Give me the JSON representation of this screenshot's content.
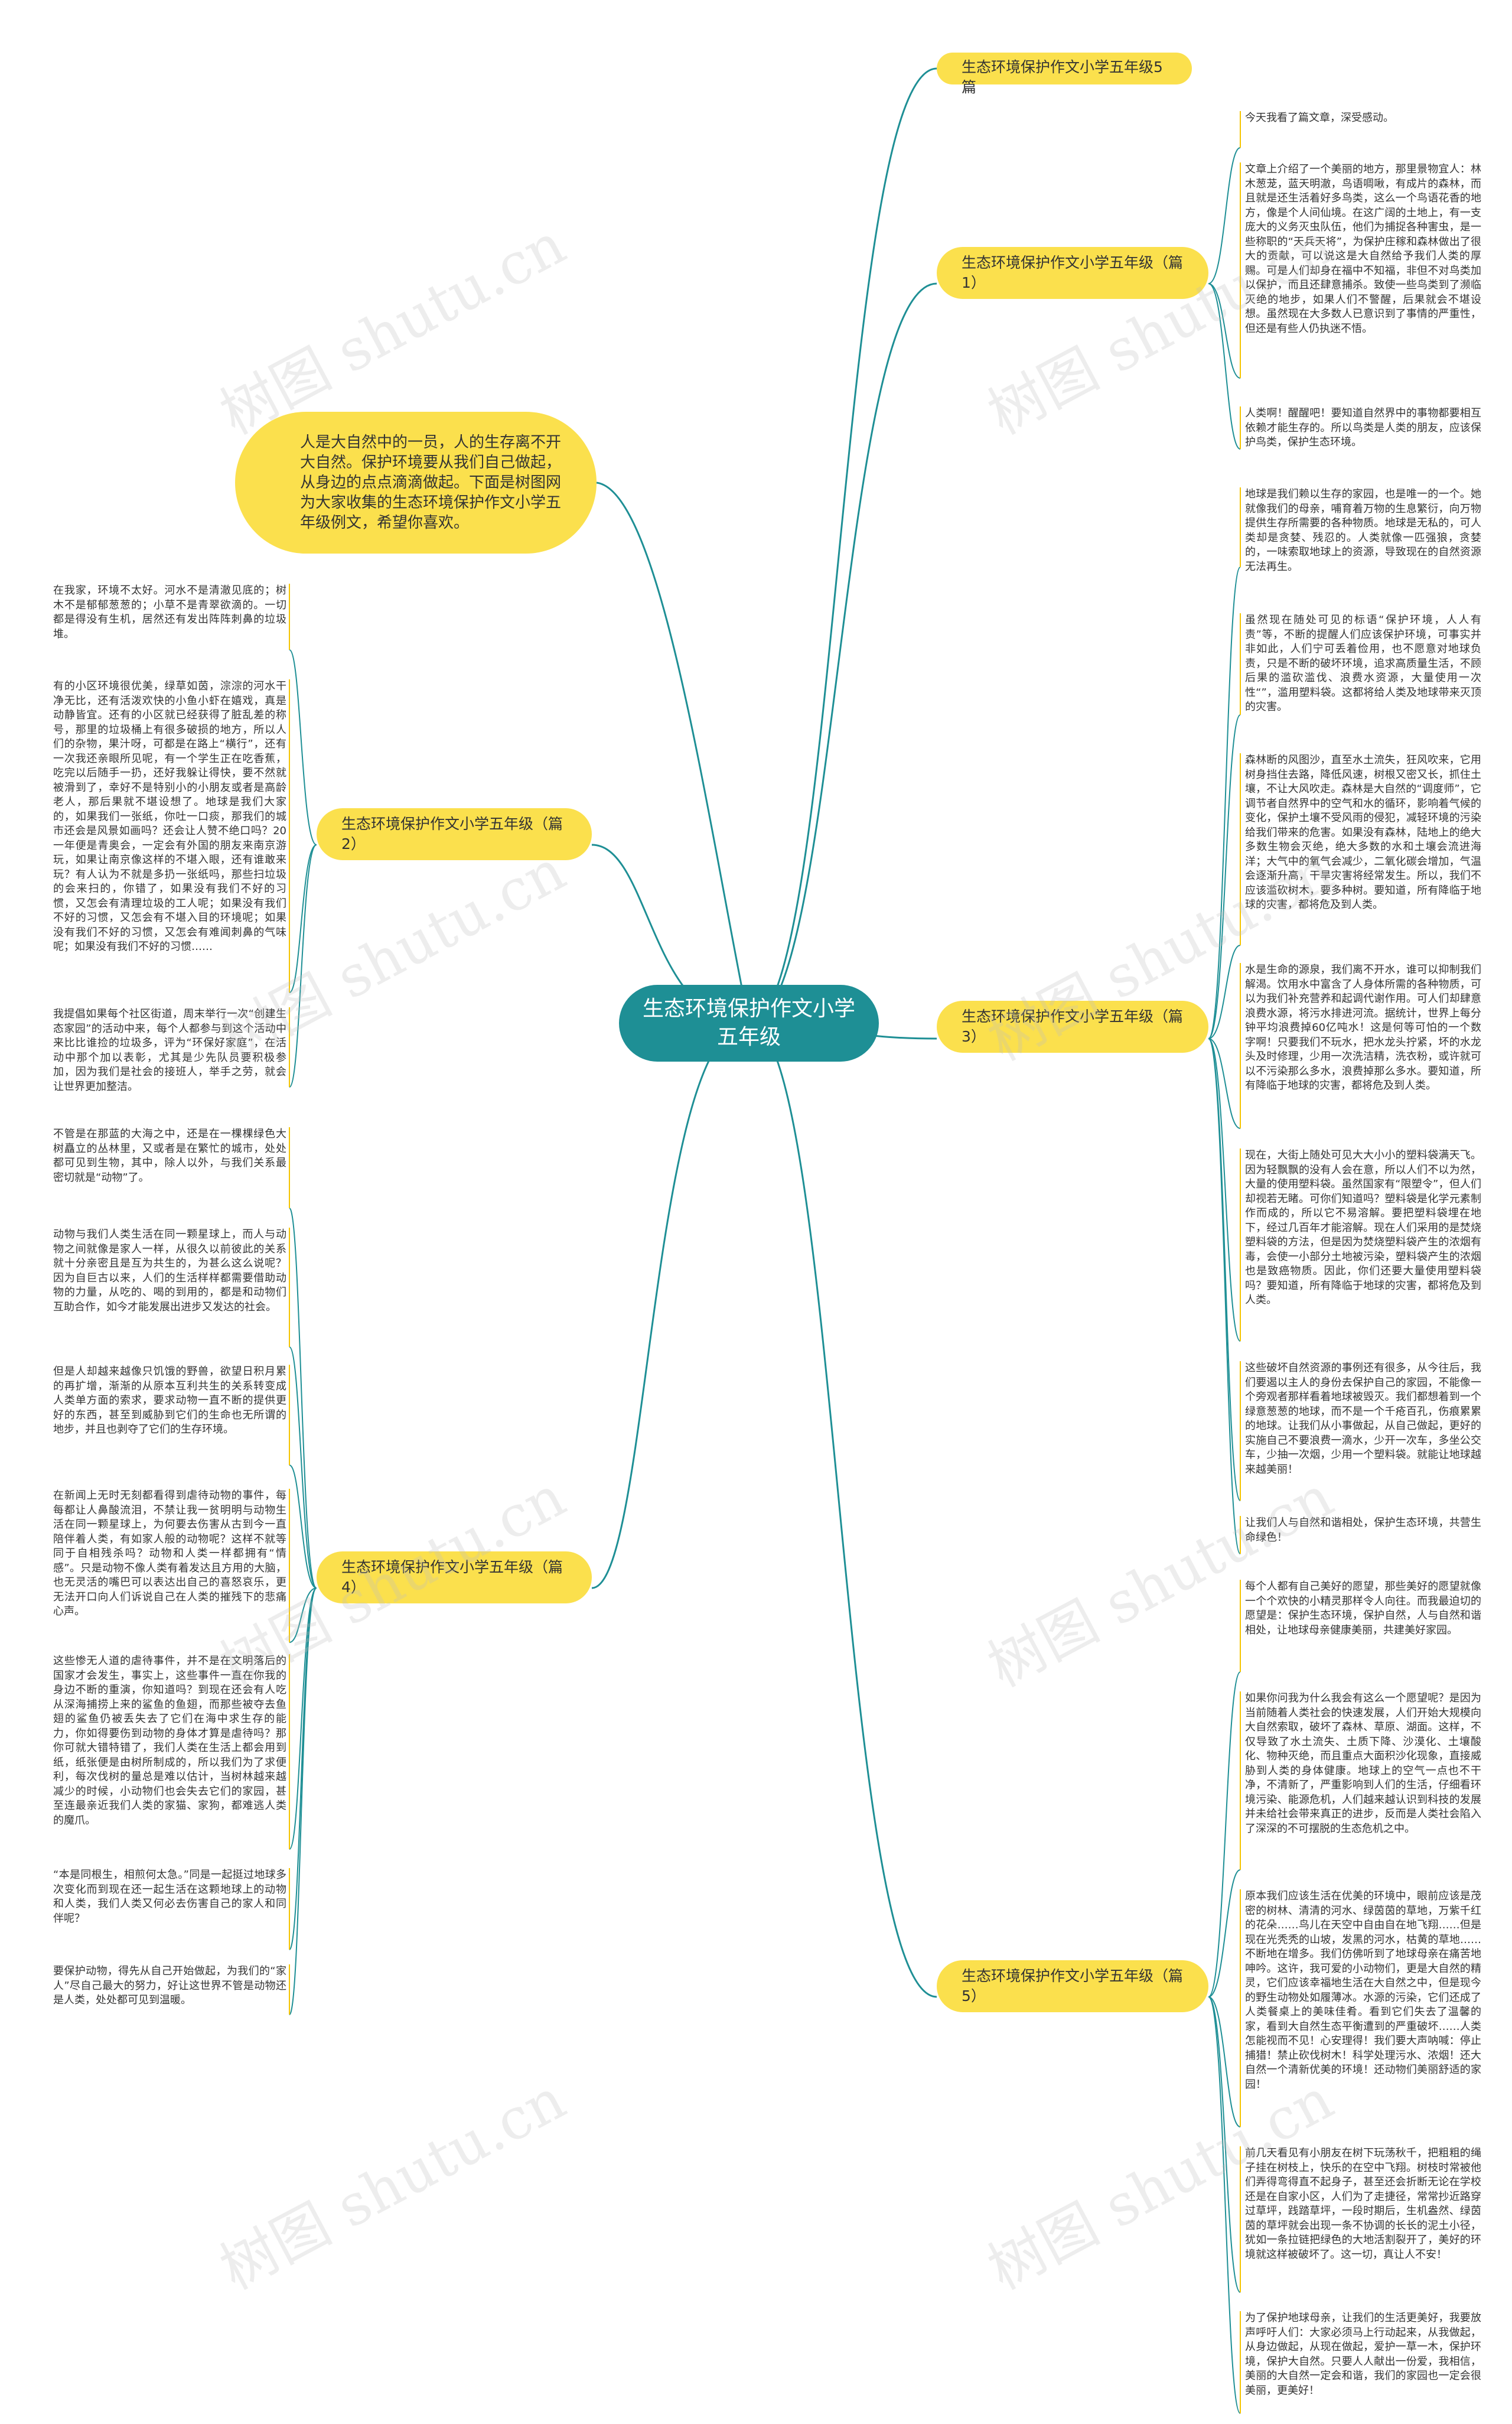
{
  "center": "生态环境保护作文小学五年级",
  "intro": "人是大自然中的一员，人的生存离不开大自然。保护环境要从我们自己做起，从身边的点点滴滴做起。下面是树图网为大家收集的生态环境保护作文小学五年级例文，希望你喜欢。",
  "watermark": "树图 shutu.cn",
  "colors": {
    "center": "#1e8f95",
    "branch": "#fbe04d",
    "line": "#1e8f95",
    "leafLine": "#f5c400"
  },
  "right_branches": [
    {
      "label": "生态环境保护作文小学五年级5篇",
      "leaves": []
    },
    {
      "label": "生态环境保护作文小学五年级（篇1）",
      "leaves": [
        "今天我看了篇文章，深受感动。",
        "文章上介绍了一个美丽的地方，那里景物宜人：林木葱茏，蓝天明澈，鸟语啁啾，有成片的森林，而且就是还生活着好多鸟类，这么一个鸟语花香的地方，像是个人间仙境。在这广阔的土地上，有一支庞大的义务灭虫队伍，他们为捕捉各种害虫，是一些称职的“天兵天将”，为保护庄稼和森林做出了很大的贡献，可以说这是大自然给予我们人类的厚赐。可是人们却身在福中不知福，非但不对鸟类加以保护，而且还肆意捕杀。致使一些鸟类到了濒临灭绝的地步，如果人们不警醒，后果就会不堪设想。虽然现在大多数人已意识到了事情的严重性，但还是有些人仍执迷不悟。",
        "人类啊！醒醒吧！要知道自然界中的事物都要相互依赖才能生存的。所以鸟类是人类的朋友，应该保护鸟类，保护生态环境。"
      ]
    },
    {
      "label": "生态环境保护作文小学五年级（篇3）",
      "leaves": [
        "地球是我们赖以生存的家园，也是唯一的一个。她就像我们的母亲，哺育着万物的生息繁衍，向万物提供生存所需要的各种物质。地球是无私的，可人类却是贪婪、残忍的。人类就像一匹强狼，贪婪的，一味索取地球上的资源，导致现在的自然资源无法再生。",
        "虽然现在随处可见的标语“保护环境，人人有责”等，不断的提醒人们应该保护环境，可事实并非如此，人们宁可丢着俭用，也不愿意对地球负责，只是不断的破坏环境，追求高质量生活，不顾后果的滥砍滥伐、浪费水资源，大量使用一次性“”，滥用塑料袋。这都将给人类及地球带来灭顶的灾害。",
        "森林断的风图沙，直至水土流失，狂风吹来，它用树身挡住去路，降低风速，树根又密又长，抓住土壤，不让大风吹走。森林是大自然的“调度师”，它调节者自然界中的空气和水的循环，影响着气候的变化，保护土壤不受风雨的侵犯，减轻环境的污染给我们带来的危害。如果没有森林，陆地上的绝大多数生物会灭绝，绝大多数的水和土壤会流进海洋；大气中的氧气会减少，二氧化碳会增加，气温会逐渐升高，干旱灾害将经常发生。所以，我们不应该滥砍树木，要多种树。要知道，所有降临于地球的灾害，都将危及到人类。",
        "水是生命的源泉，我们离不开水，谁可以抑制我们解渴。饮用水中富含了人身体所需的各种物质，可以为我们补充营养和起调代谢作用。可人们却肆意浪费水源，将污水排进河流。据统计，世界上每分钟平均浪费掉60亿吨水！这是何等可怕的一个数字啊！只要我们不玩水，把水龙头拧紧，坏的水龙头及时修理，少用一次洗洁精，洗衣粉，或许就可以不污染那么多水，浪费掉那么多水。要知道，所有降临于地球的灾害，都将危及到人类。",
        "现在，大街上随处可见大大小小的塑料袋满天飞。因为轻飘飘的没有人会在意，所以人们不以为然，大量的使用塑料袋。虽然国家有“限塑令”，但人们却视若无睹。可你们知道吗？塑料袋是化学元素制作而成的，所以它不易溶解。要把塑料袋埋在地下，经过几百年才能溶解。现在人们采用的是焚烧塑料袋的方法，但是因为焚烧塑料袋产生的浓烟有毒，会使一小部分土地被污染，塑料袋产生的浓烟也是致癌物质。因此，你们还要大量使用塑料袋吗？要知道，所有降临于地球的灾害，都将危及到人类。",
        "这些破坏自然资源的事例还有很多，从今往后，我们要遏以主人的身份去保护自己的家园，不能像一个旁观者那样看着地球被毁灭。我们都想着到一个绿意葱葱的地球，而不是一个千疮百孔，伤痕累累的地球。让我们从小事做起，从自己做起，更好的实施自己不要浪费一滴水，少开一次车，多坐公交车，少抽一次烟，少用一个塑料袋。就能让地球越来越美丽！",
        "让我们人与自然和谐相处，保护生态环境，共营生命绿色！"
      ]
    },
    {
      "label": "生态环境保护作文小学五年级（篇5）",
      "leaves": [
        "每个人都有自己美好的愿望，那些美好的愿望就像一个个欢快的小精灵那样令人向往。而我最迫切的愿望是：保护生态环境，保护自然，人与自然和谐相处，让地球母亲健康美丽，共建美好家园。",
        "如果你问我为什么我会有这么一个愿望呢？是因为当前随着人类社会的快速发展，人们开始大规模向大自然索取，破坏了森林、草原、湖面。这样，不仅导致了水土流失、土质下降、沙漠化、土壤酸化、物种灭绝，而且重点大面积沙化现象，直接威胁到人类的身体健康。地球上的空气一点也不干净，不清新了，严重影响到人们的生活，仔细看环境污染、能源危机，人们越来越认识到科技的发展并未给社会带来真正的进步，反而是人类社会陷入了深深的不可摆脱的生态危机之中。",
        "原本我们应该生活在优美的环境中，眼前应该是茂密的树林、清清的河水、绿茵茵的草地，万紫千红的花朵……鸟儿在天空中自由自在地飞翔……但是现在光秃秃的山坡，发黑的河水，枯黄的草地……不断地在增多。我们仿佛听到了地球母亲在痛苦地呻吟。这许，我可爱的小动物们，更是大自然的精灵，它们应该幸福地生活在大自然之中，但是现今的野生动物处如履薄冰。水源的污染，它们还成了人类餐桌上的美味佳肴。看到它们失去了温馨的家，看到大自然生态平衡遭到的严重破坏……人类怎能视而不见！心安理得！我们要大声呐喊：停止捕猎！禁止砍伐树木！科学处理污水、浓烟！还大自然一个清新优美的环境！还动物们美丽舒适的家园！",
        "前几天看见有小朋友在树下玩荡秋千，把粗粗的绳子挂在树枝上，快乐的在空中飞翔。树枝时常被他们弄得弯得直不起身子，甚至还会折断无论在学校还是在自家小区，人们为了走捷径，常常抄近路穿过草坪，践踏草坪，一段时期后，生机盎然、绿茵茵的草坪就会出现一条不协调的长长的泥土小径，犹如一条拉链把绿色的大地活割裂开了，美好的环境就这样被破坏了。这一切，真让人不安！",
        "为了保护地球母亲，让我们的生活更美好，我要放声呼吁人们：大家必须马上行动起来，从我做起，从身边做起，从现在做起，爱护一草一木，保护环境，保护大自然。只要人人献出一份爱，我相信，美丽的大自然一定会和谐，我们的家园也一定会很美丽，更美好！"
      ]
    }
  ],
  "left_branches": [
    {
      "label": "生态环境保护作文小学五年级（篇2）",
      "leaves": [
        "在我家，环境不太好。河水不是清澈见底的；树木不是郁郁葱葱的；小草不是青翠欲滴的。一切都是得没有生机，居然还有发出阵阵刺鼻的垃圾堆。",
        "有的小区环境很优美，绿草如茵，淙淙的河水干净无比，还有活泼欢快的小鱼小虾在嬉戏，真是动静皆宜。还有的小区就已经获得了脏乱差的称号，那里的垃圾桶上有很多破损的地方，所以人们的杂物，果汁呀，可都是在路上“横行”，还有一次我还亲眼所见呢，有一个学生正在吃香蕉，吃完以后随手一扔，还好我躲让得快，要不然就被滑到了，幸好不是特别小的小朋友或者是高龄老人，那后果就不堪设想了。地球是我们大家的，如果我们一张纸，你吐一口痰，那我们的城市还会是风景如画吗？还会让人赞不绝口吗？20一年便是青奥会，一定会有外国的朋友来南京游玩，如果让南京像这样的不堪入眼，还有谁敢来玩？有人认为不就是多扔一张纸吗，那些扫垃圾的会来扫的，你错了，如果没有我们不好的习惯，又怎会有清理垃圾的工人呢；如果没有我们不好的习惯，又怎会有不堪入目的环境呢；如果没有我们不好的习惯，又怎会有难闻刺鼻的气味呢；如果没有我们不好的习惯……",
        "我提倡如果每个社区街道，周末举行一次“创建生态家园”的活动中来，每个人都参与到这个活动中来比比谁捡的垃圾多，评为“环保好家庭”，在活动中那个加以表彰，尤其是少先队员要积极参加，因为我们是社会的接班人，举手之劳，就会让世界更加整洁。"
      ]
    },
    {
      "label": "生态环境保护作文小学五年级（篇4）",
      "leaves": [
        "不管是在那蓝的大海之中，还是在一棵棵绿色大树矗立的丛林里，又或者是在繁忙的城市，处处都可见到生物，其中，除人以外，与我们关系最密切就是“动物”了。",
        "动物与我们人类生活在同一颗星球上，而人与动物之间就像是家人一样，从很久以前彼此的关系就十分亲密且是互为共生的，为甚么这么说呢？因为自巨古以来，人们的生活样样都需要借助动物的力量，从吃的、喝的到用的，都是和动物们互助合作，如今才能发展出进步又发达的社会。",
        "但是人却越来越像只饥饿的野兽，欲望日积月累的再扩增，渐渐的从原本互利共生的关系转变成人类单方面的索求，要求动物一直不断的提供更好的东西，甚至到威胁到它们的生命也无所谓的地步，并且也剥夺了它们的生存环境。",
        "在新闻上无时无刻都看得到虐待动物的事件，每每都让人鼻酸流泪，不禁让我一贫明明与动物生活在同一颗星球上，为何要去伤害从古到今一直陪伴着人类，有如家人般的动物呢？这样不就等同于自相残杀吗？动物和人类一样都拥有“情感”。只是动物不像人类有着发达且方用的大脑，也无灵活的嘴巴可以表达出自己的喜怒哀乐，更无法开口向人们诉说自己在人类的摧残下的悲痛心声。",
        "这些惨无人道的虐待事件，并不是在文明落后的国家才会发生，事实上，这些事件一直在你我的身边不断的重演，你知道吗？到现在还会有人吃从深海捕捞上来的鲨鱼的鱼翅，而那些被夺去鱼翅的鲨鱼仍被丢失去了它们在海中求生存的能力，你如得要伤到动物的身体才算是虐待吗？那你可就大错特错了，我们人类在生活上都会用到纸，纸张便是由树所制成的，所以我们为了求便利，每次伐树的量总是难以估计，当树林越来越减少的时候，小动物们也会失去它们的家园，甚至连最亲近我们人类的家猫、家狗，都难逃人类的魔爪。",
        "“本是同根生，相煎何太急。”同是一起挺过地球多次变化而到现在还一起生活在这颗地球上的动物和人类，我们人类又何必去伤害自己的家人和同伴呢？",
        "要保护动物，得先从自己开始做起，为我们的“家人”尽自己最大的努力，好让这世界不管是动物还是人类，处处都可见到温暖。"
      ]
    }
  ]
}
